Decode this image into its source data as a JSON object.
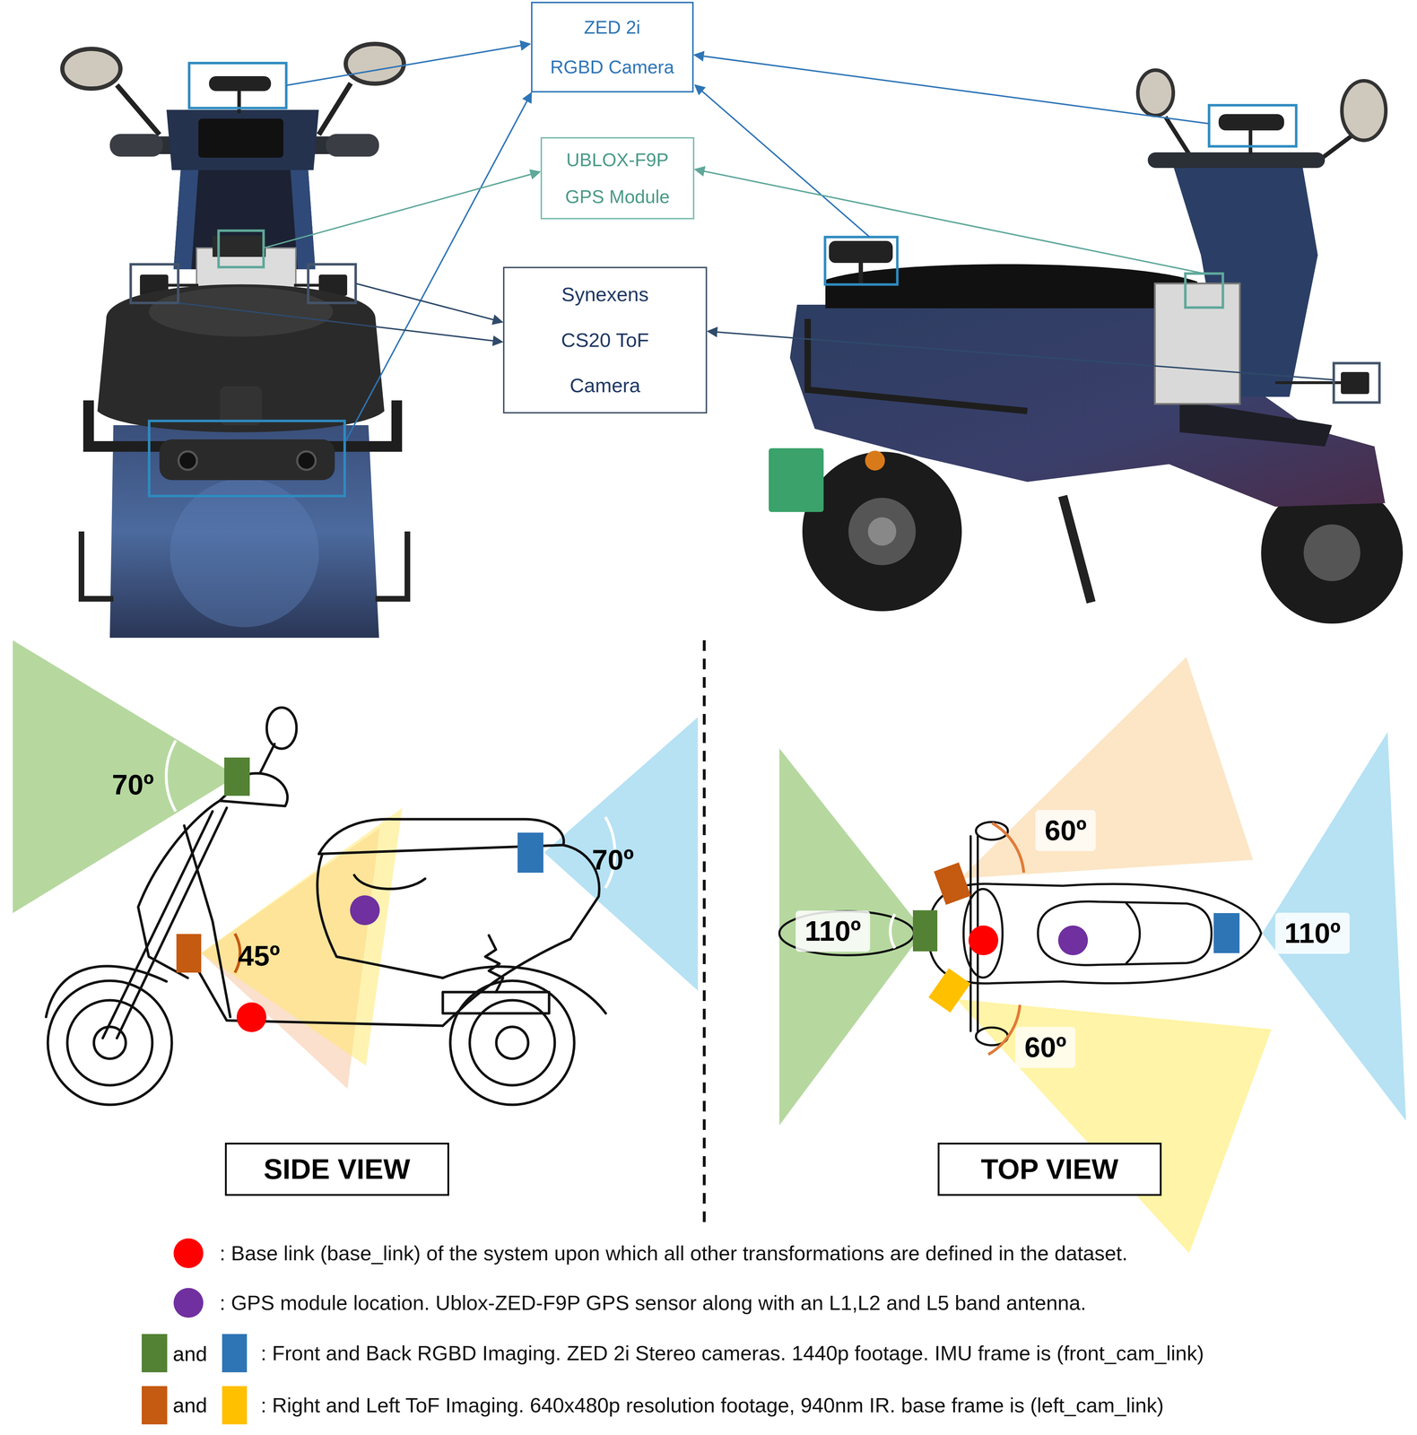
{
  "diagram": {
    "nodes": [
      {
        "text": [
          "ZED 2i",
          "RGBD Camera"
        ]
      },
      {
        "text": [
          "UBLOX-F9P GPS Module"
        ]
      },
      {
        "text": [
          "Synexens CS20 ToF Camera"
        ]
      },
      {
        "text": [
          "SIDE VIEW"
        ]
      },
      {
        "text": [
          "TOP VIEW"
        ]
      }
    ],
    "labels": [
      "70º",
      "70º",
      "45º",
      "60º",
      "60º",
      "110º",
      "110º",
      "and",
      "and"
    ],
    "legend": [
      {
        "text": ": Base link (base_link) of the system upon which all other transformations are defined in the dataset.",
        "color": "#ff0000"
      },
      {
        "text": ": GPS module location. Ublox-ZED-F9P GPS sensor along with an L1,L2 and L5 band antenna.",
        "color": "#7030a0"
      },
      {
        "text": ": Front and Back RGBD Imaging. ZED 2i Stereo cameras. 1440p footage. IMU frame is (front_cam_link)",
        "color": "#548235"
      },
      {
        "text": ": Right and Left ToF Imaging. 640x480p resolution footage, 940nm IR. base frame is (left_cam_link)",
        "color": "#c55a11"
      }
    ]
  }
}
